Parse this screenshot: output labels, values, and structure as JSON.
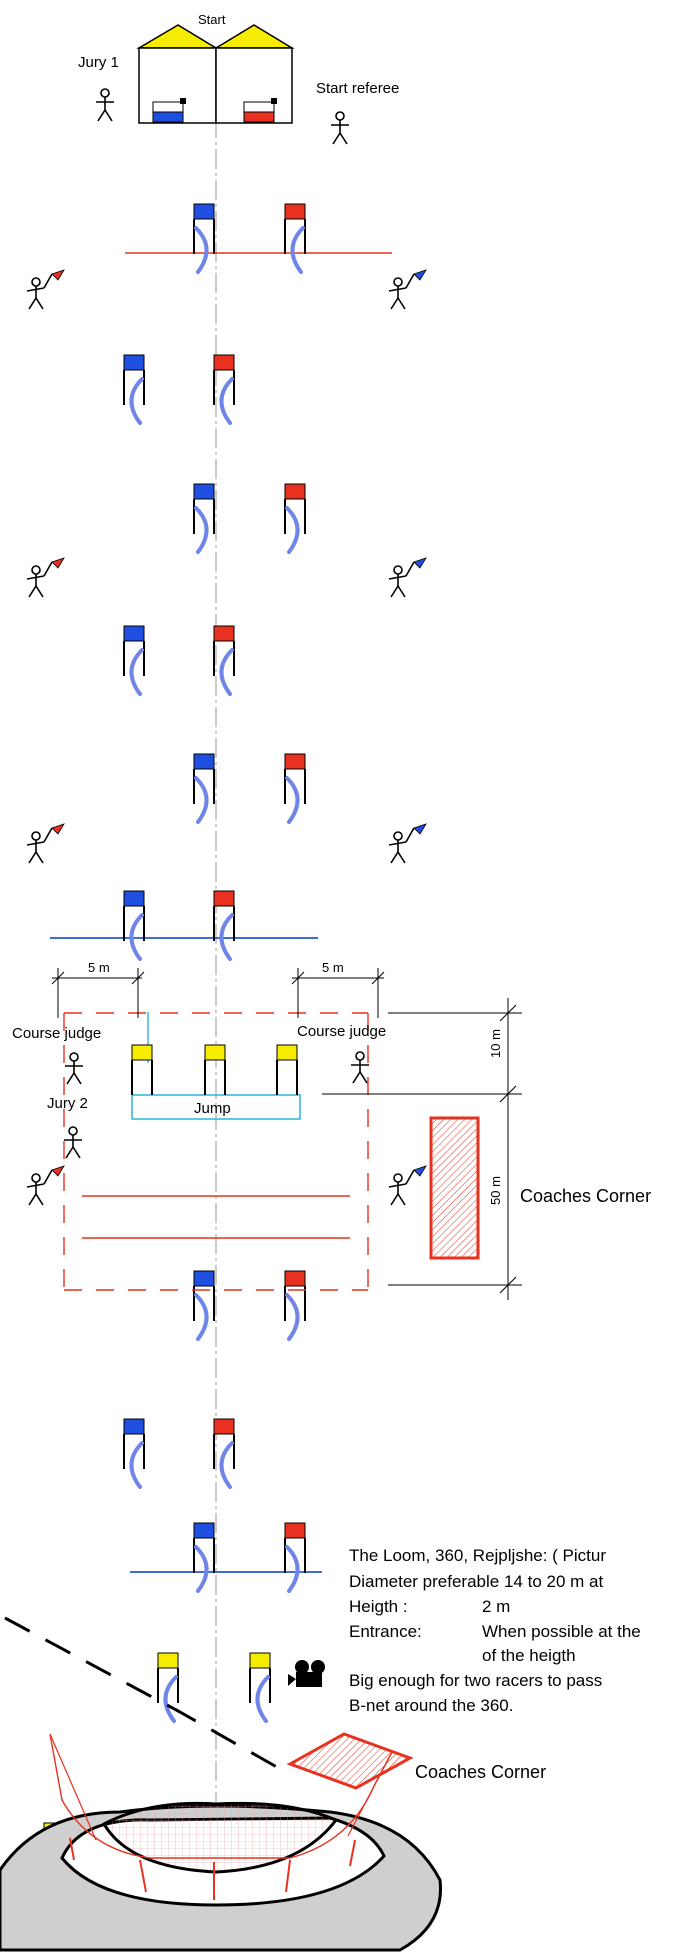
{
  "labels": {
    "start": "Start",
    "jury_1": "Jury 1",
    "start_referee": "Start referee",
    "course_judge_left": "Course judge",
    "course_judge_right": "Course judge",
    "jury_2": "Jury 2",
    "jump": "Jump",
    "coaches_corner_1": "Coaches Corner",
    "coaches_corner_2": "Coaches Corner",
    "dim_5m_left": "5 m",
    "dim_5m_right": "5 m",
    "dim_10m": "10 m",
    "dim_50m": "50 m"
  },
  "loom_info": {
    "title": "The Loom, 360, Rejpljshe: ( Pictur",
    "diameter": "Diameter preferable 14 to 20 m at",
    "height_label": "Heigth :",
    "height_value": "2 m",
    "entrance_label": "Entrance:",
    "entrance_value_1": "When possible at the",
    "entrance_value_2": "of the heigth",
    "passing": "Big enough for two racers to pass",
    "bnet": "B-net around the 360."
  },
  "colors": {
    "blue_gate": "#1f4fe0",
    "red_gate": "#e8311f",
    "yellow_gate": "#f5ec00",
    "blue_line": "#2a56d6",
    "red_line": "#e8311f",
    "gate_arc": "#6f86e8",
    "jump_box": "#29b6d8",
    "loom_gray": "#cfcfcf",
    "net_red": "#e8311f"
  }
}
